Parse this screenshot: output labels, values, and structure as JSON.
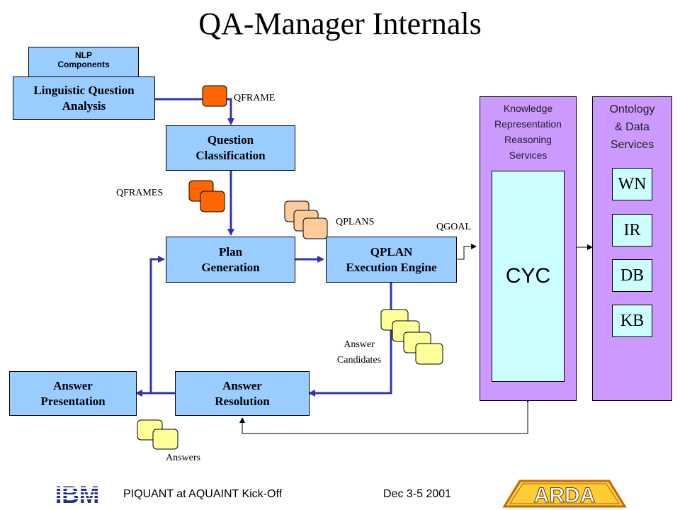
{
  "title": "QA-Manager Internals",
  "nlp_components": "NLP\nComponents",
  "boxes": {
    "linguistic": "Linguistic Question\nAnalysis",
    "classification": "Question\nClassification",
    "plan_generation": "Plan\nGeneration",
    "qplan_engine": "QPLAN\nExecution Engine",
    "answer_presentation": "Answer\nPresentation",
    "answer_resolution": "Answer\nResolution"
  },
  "labels": {
    "qframe": "QFRAME",
    "qframes": "QFRAMES",
    "qplans": "QPLANS",
    "qgoal": "QGOAL",
    "answer_candidates": "Answer\nCandidates",
    "answers": "Answers"
  },
  "kr_panel": {
    "title": "Knowledge\nRepresentation\nReasoning\nServices",
    "cyc": "CYC"
  },
  "ontology_panel": {
    "title": "Ontology\n& Data\nServices",
    "items": [
      "WN",
      "IR",
      "DB",
      "KB"
    ]
  },
  "footer": {
    "logo_left": "IBM",
    "event": "PIQUANT at AQUAINT Kick-Off",
    "date": "Dec 3-5 2001",
    "logo_right": "ARDA"
  },
  "colors": {
    "box_fill": "#99ccff",
    "connector": "#3333aa",
    "kr_panel": "#cc99ff",
    "cyc_fill": "#ccffff",
    "qframe_card": "#ff6600",
    "qplan_card": "#ffcc99",
    "answer_card": "#ffff99"
  }
}
